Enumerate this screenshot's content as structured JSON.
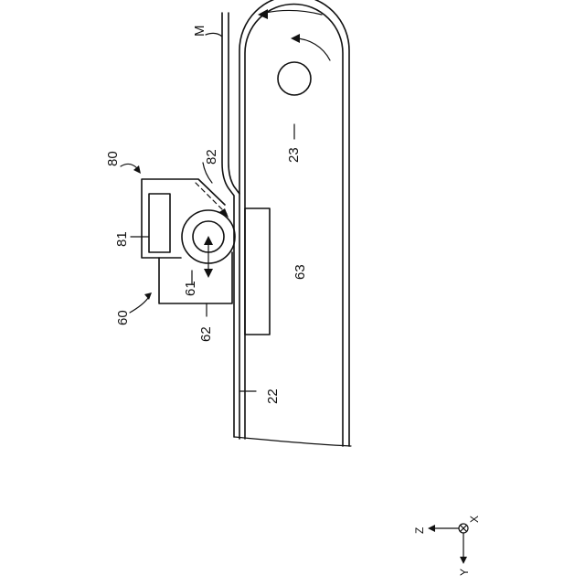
{
  "labels": {
    "media": "M",
    "roller_23": "23",
    "unit_80": "80",
    "part_82": "82",
    "part_81": "81",
    "roller_61": "61",
    "unit_60": "60",
    "part_62": "62",
    "part_63": "63",
    "belt_22": "22"
  },
  "axes": {
    "z": "Z",
    "x": "X",
    "y": "Y"
  }
}
